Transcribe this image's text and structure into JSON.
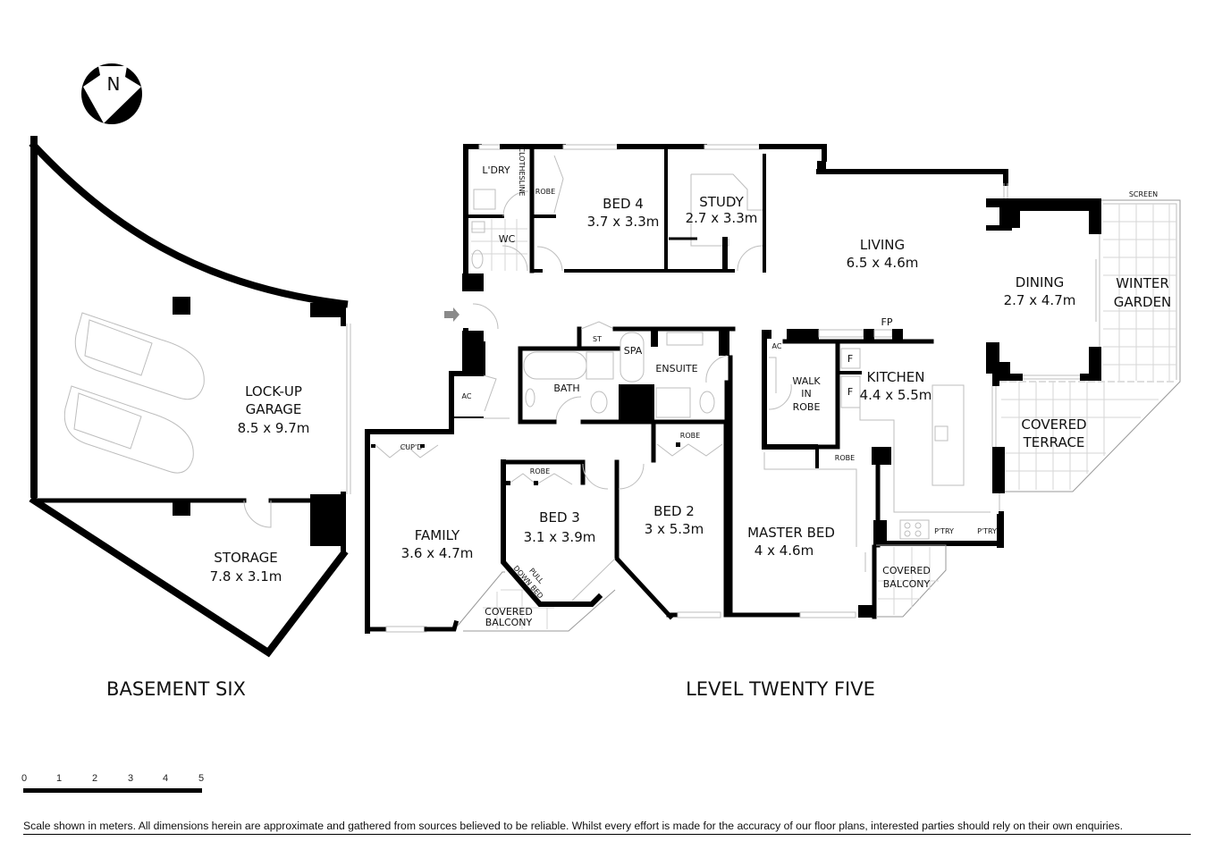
{
  "compass": {
    "label": "N",
    "icon": "north-arrow-icon"
  },
  "basement": {
    "heading": "BASEMENT SIX",
    "rooms": {
      "garage": {
        "line1": "LOCK-UP",
        "line2": "GARAGE",
        "dims": "8.5 x 9.7m"
      },
      "storage": {
        "name": "STORAGE",
        "dims": "7.8 x 3.1m"
      }
    }
  },
  "level": {
    "heading": "LEVEL TWENTY FIVE",
    "rooms": {
      "laundry": {
        "name": "L'DRY"
      },
      "clothesline": {
        "name": "CLOTHESLINE"
      },
      "wc": {
        "name": "WC"
      },
      "bed4_robe": {
        "name": "ROBE"
      },
      "bed4": {
        "name": "BED 4",
        "dims": "3.7 x 3.3m"
      },
      "study": {
        "name": "STUDY",
        "dims": "2.7 x 3.3m"
      },
      "living": {
        "name": "LIVING",
        "dims": "6.5 x 4.6m"
      },
      "dining": {
        "name": "DINING",
        "dims": "2.7 x 4.7m"
      },
      "winter_garden": {
        "line1": "WINTER",
        "line2": "GARDEN"
      },
      "screen": {
        "name": "SCREEN"
      },
      "fp": {
        "name": "FP"
      },
      "ac_entry": {
        "name": "AC"
      },
      "ac_robe": {
        "name": "AC"
      },
      "st": {
        "name": "ST"
      },
      "spa": {
        "name": "SPA"
      },
      "bath": {
        "name": "BATH"
      },
      "ensuite": {
        "name": "ENSUITE"
      },
      "walk_in_robe": {
        "line1": "WALK",
        "line2": "IN",
        "line3": "ROBE"
      },
      "fridge1": {
        "name": "F"
      },
      "fridge2": {
        "name": "F"
      },
      "kitchen": {
        "name": "KITCHEN",
        "dims": "4.4 x 5.5m"
      },
      "covered_terrace": {
        "line1": "COVERED",
        "line2": "TERRACE"
      },
      "cupd": {
        "name": "CUP'D"
      },
      "bed3_robe": {
        "name": "ROBE"
      },
      "bed2_robe": {
        "name": "ROBE"
      },
      "master_robe": {
        "name": "ROBE"
      },
      "family": {
        "name": "FAMILY",
        "dims": "3.6 x 4.7m"
      },
      "bed3": {
        "name": "BED 3",
        "dims": "3.1 x 3.9m"
      },
      "pull_down_bed": {
        "line1": "PULL",
        "line2": "DOWN BED"
      },
      "bed2": {
        "name": "BED 2",
        "dims": "3 x 5.3m"
      },
      "master_bed": {
        "name": "MASTER BED",
        "dims": "4 x 4.6m"
      },
      "pantry1": {
        "name": "P'TRY"
      },
      "pantry2": {
        "name": "P'TRY"
      },
      "balcony_family": {
        "line1": "COVERED",
        "line2": "BALCONY"
      },
      "balcony_master": {
        "line1": "COVERED",
        "line2": "BALCONY"
      }
    }
  },
  "scale_bar": {
    "unit": "meters",
    "ticks": [
      "0",
      "1",
      "2",
      "3",
      "4",
      "5"
    ]
  },
  "disclaimer": "Scale shown in meters. All dimensions herein are approximate and gathered from sources believed to be  reliable. Whilst every effort is made for the accuracy of our floor plans, interested parties should rely on their own enquiries.",
  "colors": {
    "wall": "#000000",
    "fixture_line": "#bdbdbd",
    "entry_arrow": "#8a8a8a",
    "background": "#ffffff"
  }
}
